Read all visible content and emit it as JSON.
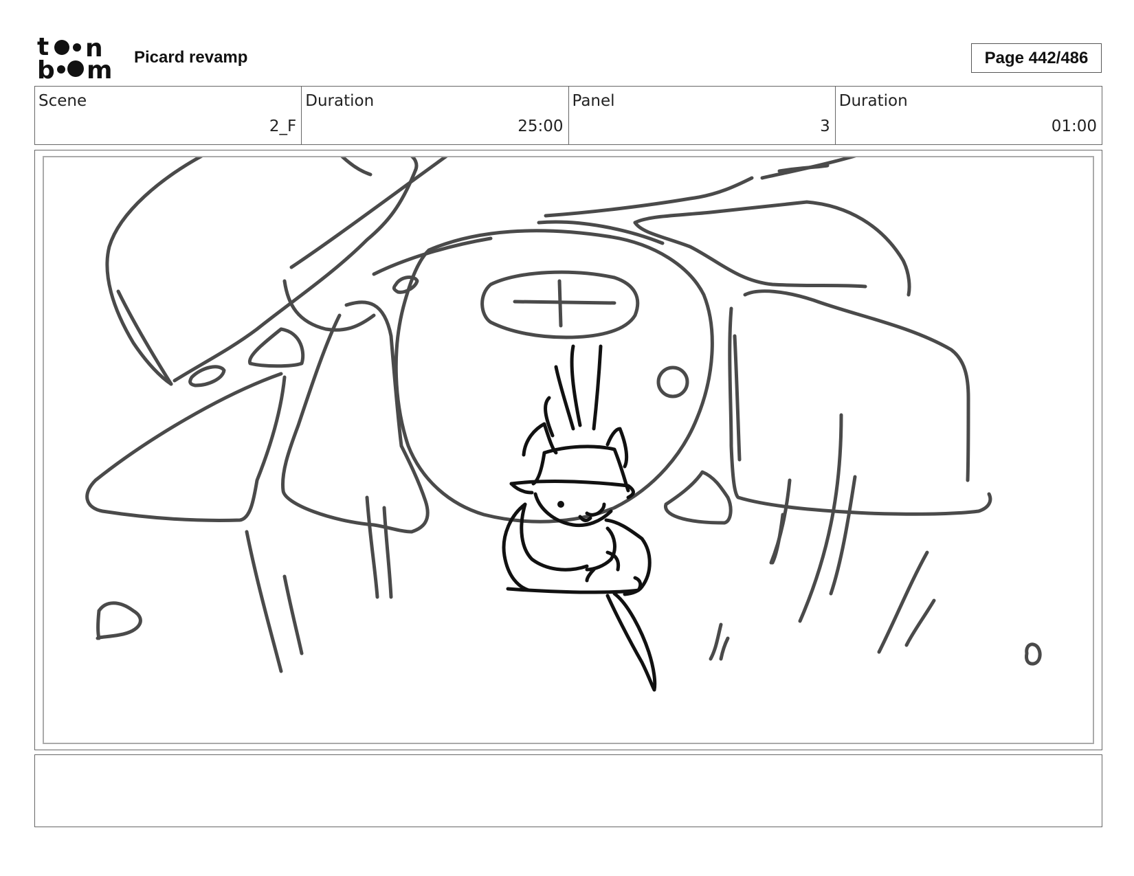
{
  "header": {
    "logo_text": "toon boom",
    "project_title": "Picard revamp",
    "page_indicator": "Page 442/486"
  },
  "info": {
    "scene_label": "Scene",
    "scene_value": "2_F",
    "scene_duration_label": "Duration",
    "scene_duration_value": "25:00",
    "panel_label": "Panel",
    "panel_value": "3",
    "panel_duration_label": "Duration",
    "panel_duration_value": "01:00"
  },
  "notes": {
    "text": ""
  }
}
